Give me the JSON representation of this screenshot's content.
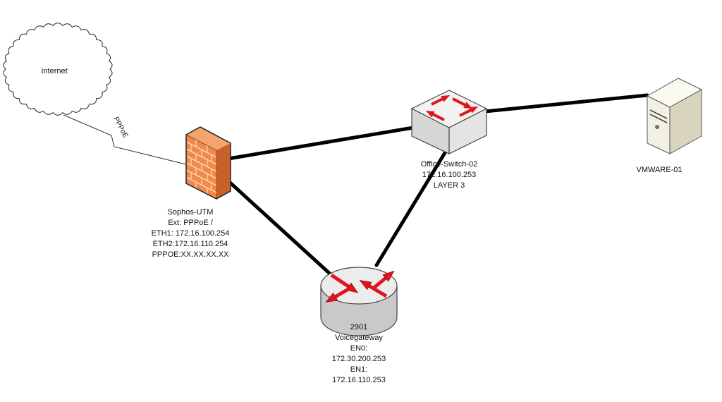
{
  "internet": {
    "label": "Internet"
  },
  "link": {
    "label": "PPPoE"
  },
  "firewall": {
    "lines": [
      "Sophos-UTM",
      "Ext: PPPoE /",
      "ETH1: 172.16.100.254",
      "ETH2:172.16.110.254",
      "PPPOE:XX.XX.XX.XX"
    ],
    "colors": {
      "front": "#f08a4b",
      "side": "#c8602a",
      "top": "#f5a36f",
      "brick": "#ffd9b8"
    }
  },
  "switch": {
    "lines": [
      "Office-Switch-02",
      "172.16.100.253",
      "LAYER 3"
    ],
    "colors": {
      "top": "#f2f2f2",
      "side": "#d6d6d6",
      "arrow": "#e0141b"
    }
  },
  "router": {
    "lines": [
      "2901",
      "Voicegateway",
      "EN0:",
      "172.30.200.253",
      "EN1:",
      "172.16.110.253"
    ],
    "colors": {
      "top": "#ececec",
      "side": "#c9c9c9",
      "arrow": "#e0141b"
    }
  },
  "server": {
    "lines": [
      "VMWARE-01"
    ],
    "colors": {
      "front": "#f2f0e2",
      "side": "#d8d4bd",
      "top": "#fbfaf2"
    }
  }
}
